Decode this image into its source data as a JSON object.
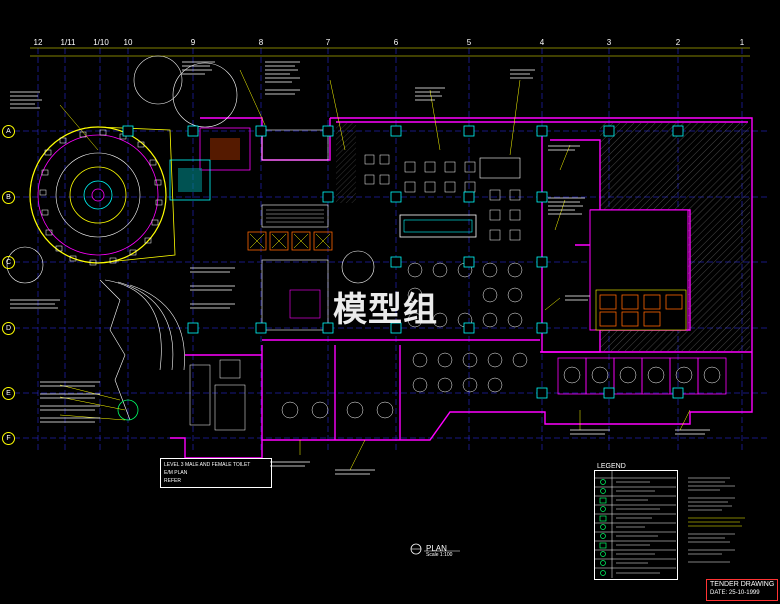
{
  "drawing": {
    "watermark": "模型组",
    "column_labels": [
      "12",
      "1/11",
      "1/10",
      "10",
      "9",
      "8",
      "7",
      "6",
      "5",
      "4",
      "3",
      "2",
      "1"
    ],
    "row_labels": [
      "A",
      "B",
      "C",
      "D",
      "E",
      "F"
    ],
    "legend_title": "LEGEND",
    "plan_title": "PLAN",
    "plan_scale": "Scale 1:100",
    "stamp_title": "TENDER DRAWING",
    "stamp_date": "DATE: 25-10-1999",
    "toilet_note_1": "LEVEL 3 MALE AND FEMALE TOILET",
    "toilet_note_2": "E/M PLAN",
    "toilet_note_3": "REFER",
    "colors": {
      "background": "#000000",
      "wall": "#ff00ff",
      "dimension": "#ffff00",
      "furniture": "#ffffff",
      "grid": "#3333ff",
      "hatch": "#888888",
      "stamp": "#ff3333",
      "green": "#00ff66",
      "cyan": "#00ffff"
    }
  }
}
